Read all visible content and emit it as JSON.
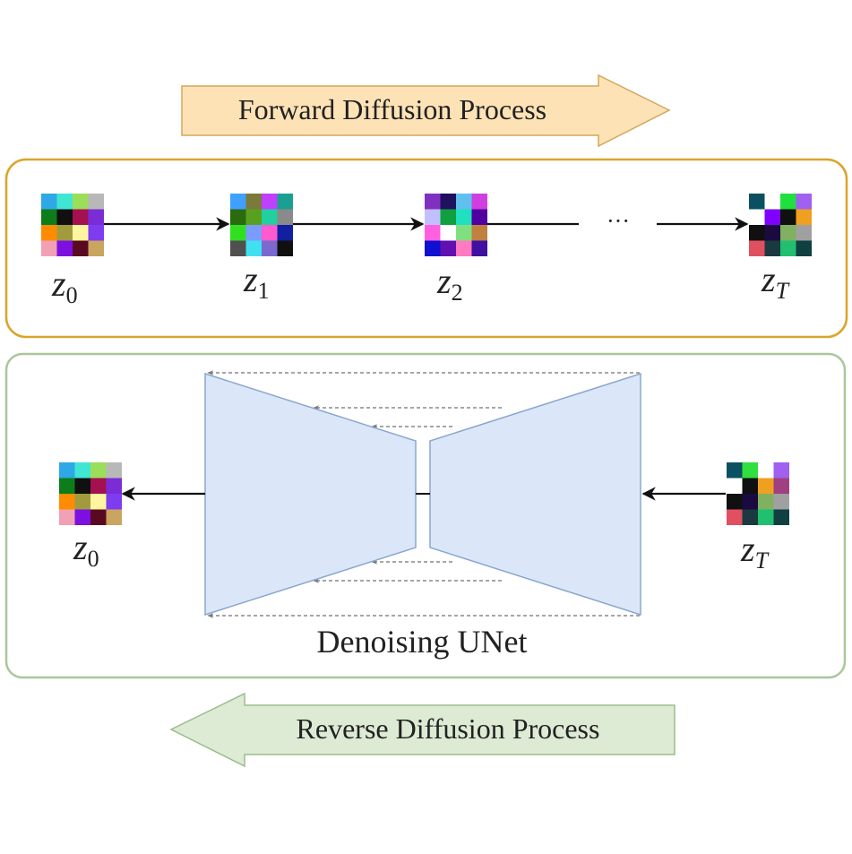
{
  "forward_arrow": {
    "label": "Forward Diffusion Process",
    "fill": "#fde2b6",
    "stroke": "#d4a75c"
  },
  "reverse_arrow": {
    "label": "Reverse Diffusion Process",
    "fill": "#ddebd5",
    "stroke": "#9bbd8c"
  },
  "forward_panel": {
    "stroke": "#d9a52a",
    "nodes": [
      {
        "var": "z",
        "sub": "0"
      },
      {
        "var": "z",
        "sub": "1"
      },
      {
        "var": "z",
        "sub": "2"
      },
      {
        "var": "z",
        "sub": "T"
      }
    ],
    "ellipsis": "···"
  },
  "reverse_panel": {
    "stroke": "#a9c79a",
    "output": {
      "var": "z",
      "sub": "0"
    },
    "input": {
      "var": "z",
      "sub": "T"
    },
    "unet_label": "Denoising UNet",
    "unet_fill": "#dbe7f8",
    "unet_stroke": "#8aa6cf"
  },
  "latent_grids": {
    "z0": [
      "#2ea8e6",
      "#3fe6d2",
      "#9bde5a",
      "#b8b8b8",
      "#0c7d1a",
      "#101010",
      "#a41050",
      "#7a2dd6",
      "#ff8c00",
      "#a29b3e",
      "#fff5a0",
      "#7d3cf0",
      "#f2a0b4",
      "#7b10e0",
      "#5a0a20",
      "#c9a560"
    ],
    "z1": [
      "#3fa0ff",
      "#7a7a3a",
      "#c040ff",
      "#1aa090",
      "#2a6b10",
      "#5aa020",
      "#20d0a0",
      "#8a8a8a",
      "#30e020",
      "#7a9cff",
      "#ff5ad0",
      "#1020a0",
      "#505050",
      "#40e0f0",
      "#7a6ad0",
      "#101010"
    ],
    "z2": [
      "#8030c0",
      "#201060",
      "#60c0f0",
      "#d040e0",
      "#c0c0ff",
      "#10a040",
      "#20e0c0",
      "#5000a0",
      "#ff60e0",
      "#ffffff",
      "#80e080",
      "#c08040",
      "#1010d0",
      "#6010b0",
      "#ff7ac0",
      "#4010a0"
    ],
    "zT": [
      "#0a5060",
      "#ffffff",
      "#20e040",
      "#a060f0",
      "#ffffff",
      "#8000ff",
      "#101010",
      "#f0a020",
      "#101010",
      "#1a0a40",
      "#80b060",
      "#a0a0a0",
      "#e05060",
      "#1a3a40",
      "#20c070",
      "#104040"
    ],
    "zT_rev": [
      "#0a5060",
      "#30e040",
      "#ffffff",
      "#a060f0",
      "#ffffff",
      "#101010",
      "#f0a020",
      "#a04080",
      "#101010",
      "#1a0a40",
      "#80b060",
      "#a0a0a0",
      "#e05060",
      "#1a3a40",
      "#20c070",
      "#104040"
    ],
    "z0_rev": [
      "#2ea8e6",
      "#3fe6d2",
      "#9bde5a",
      "#b8b8b8",
      "#0c7d1a",
      "#101010",
      "#a41050",
      "#7a2dd6",
      "#ff8c00",
      "#a29b3e",
      "#fff5a0",
      "#7d3cf0",
      "#f2a0b4",
      "#7b10e0",
      "#5a0a20",
      "#c9a560"
    ]
  }
}
